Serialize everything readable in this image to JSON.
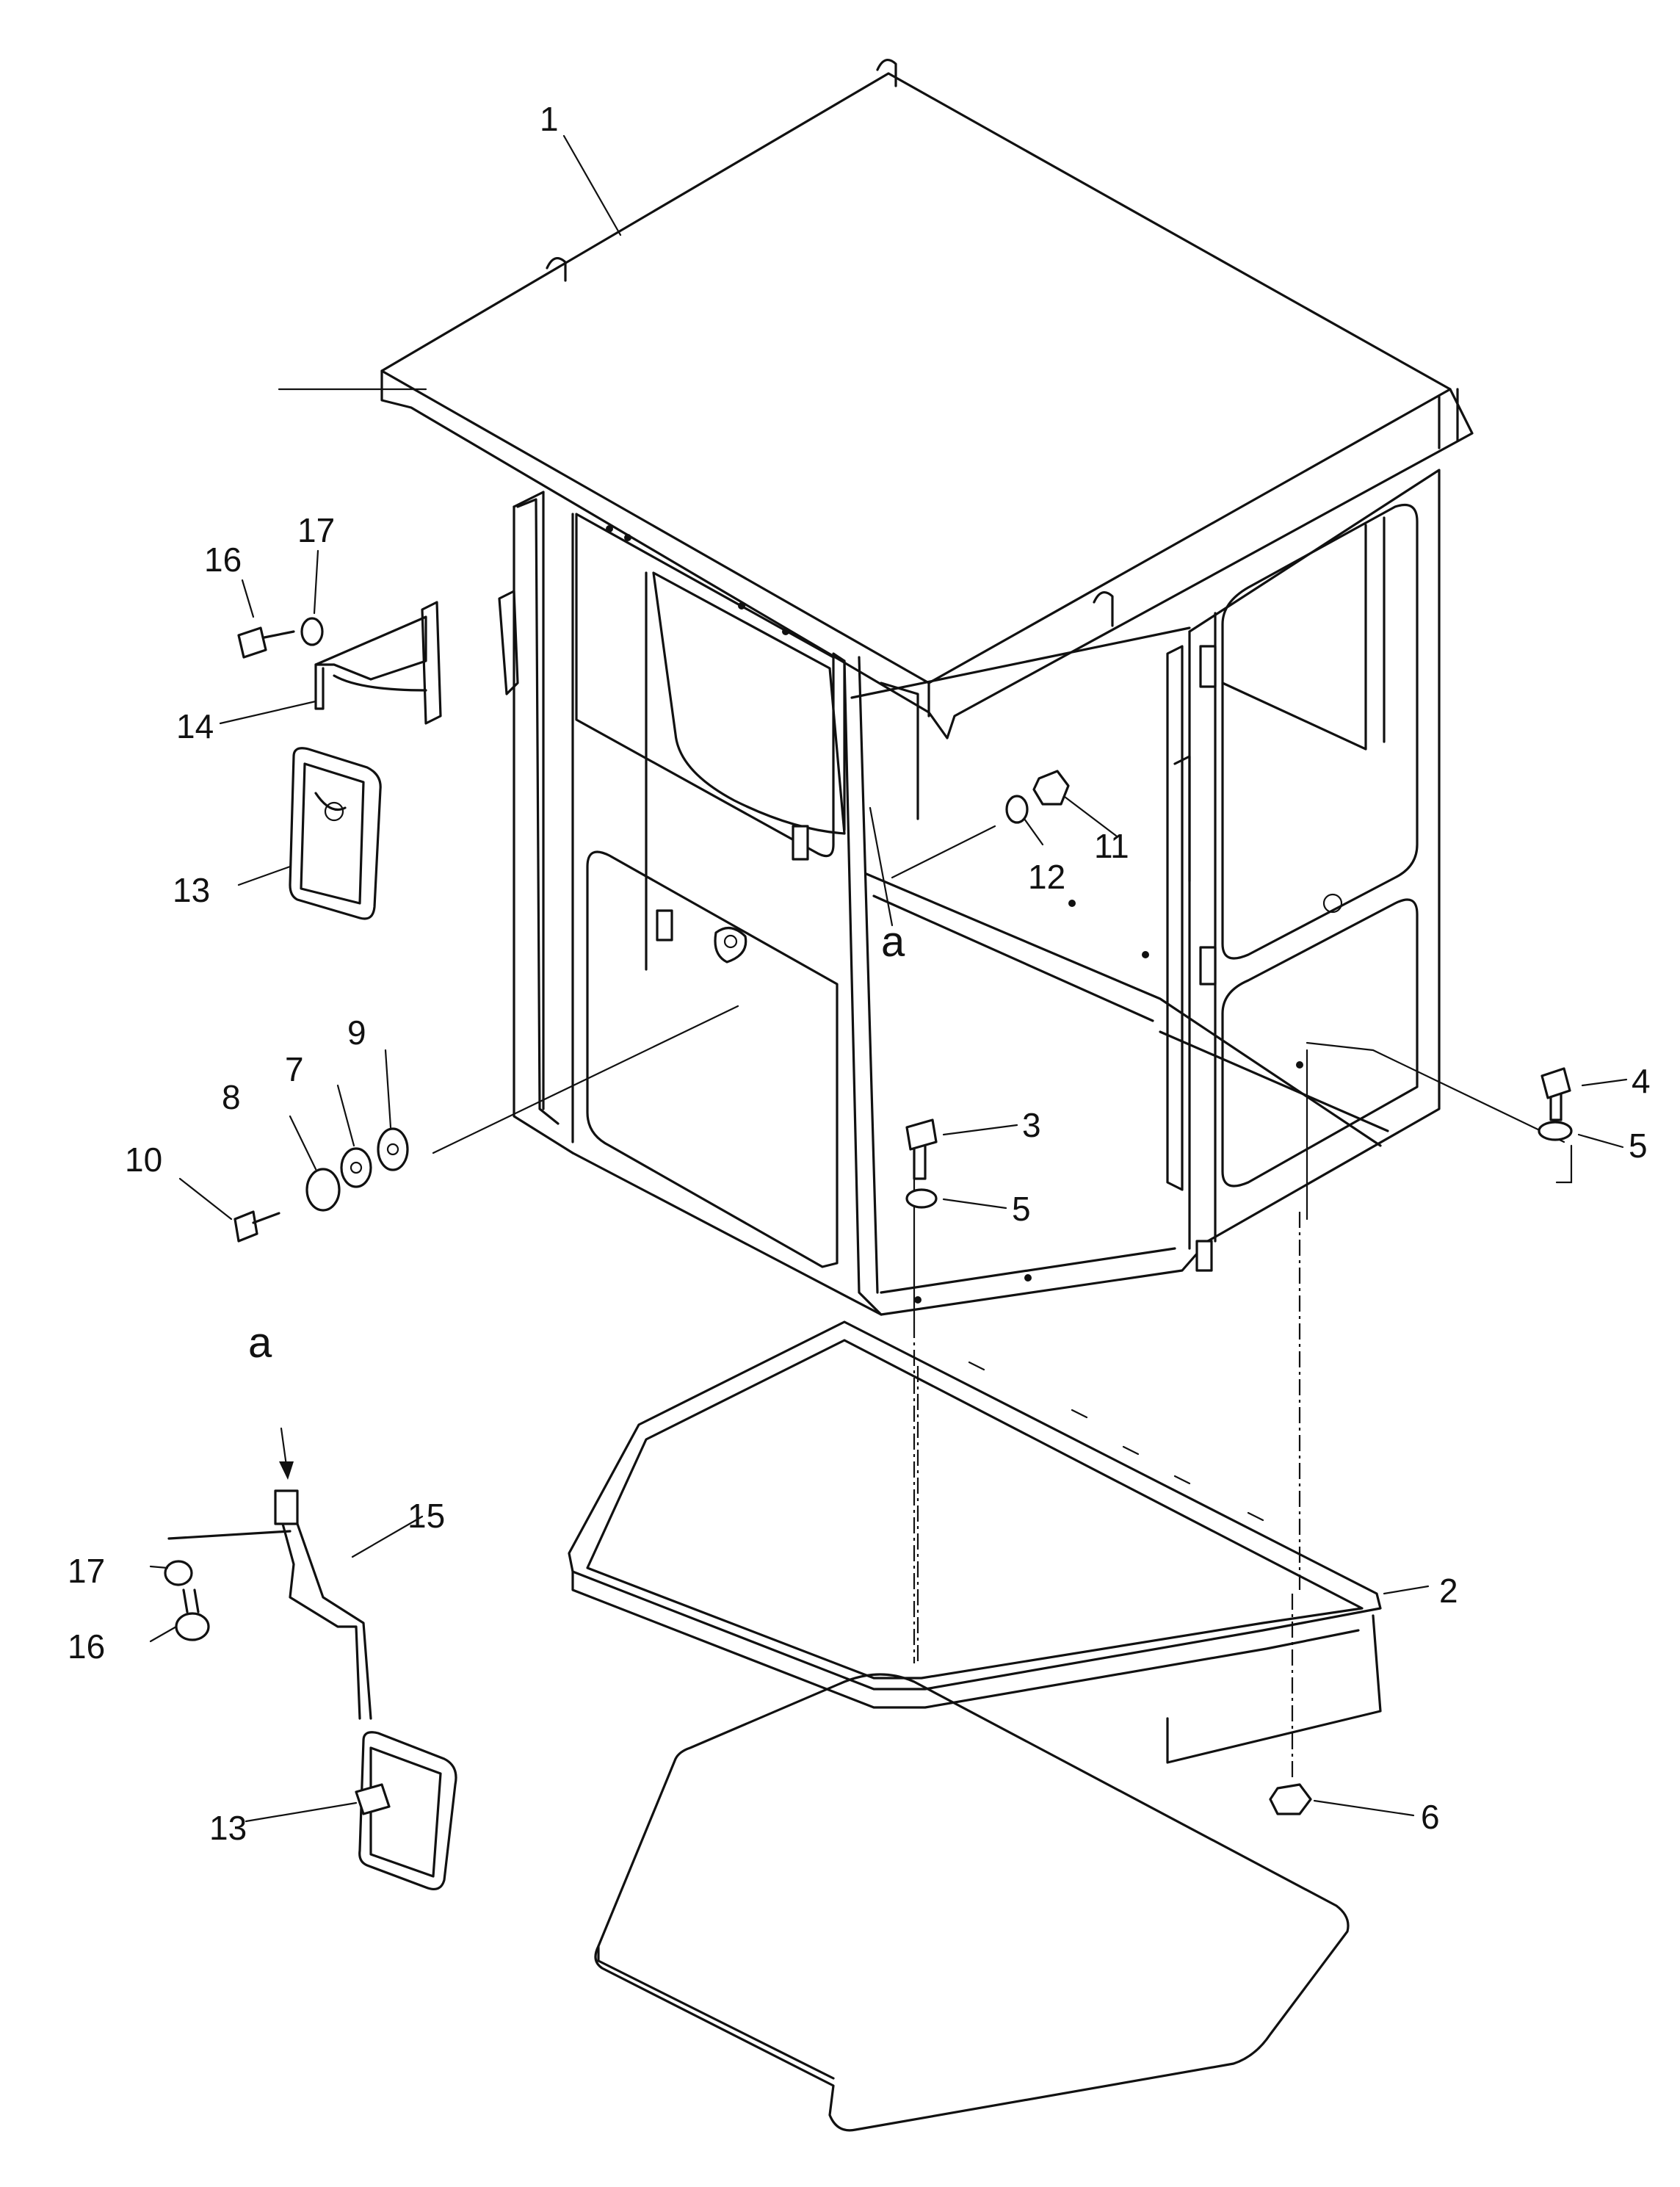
{
  "diagram": {
    "labels": {
      "p1": "1",
      "p2": "2",
      "p3": "3",
      "p4": "4",
      "p5a": "5",
      "p5b": "5",
      "p6": "6",
      "p7": "7",
      "p8": "8",
      "p9": "9",
      "p10": "10",
      "p11": "11",
      "p12": "12",
      "p13a": "13",
      "p13b": "13",
      "p14": "14",
      "p15": "15",
      "p16a": "16",
      "p16b": "16",
      "p17a": "17",
      "p17b": "17",
      "view_a_cab": "a",
      "view_a_detail": "a"
    }
  }
}
